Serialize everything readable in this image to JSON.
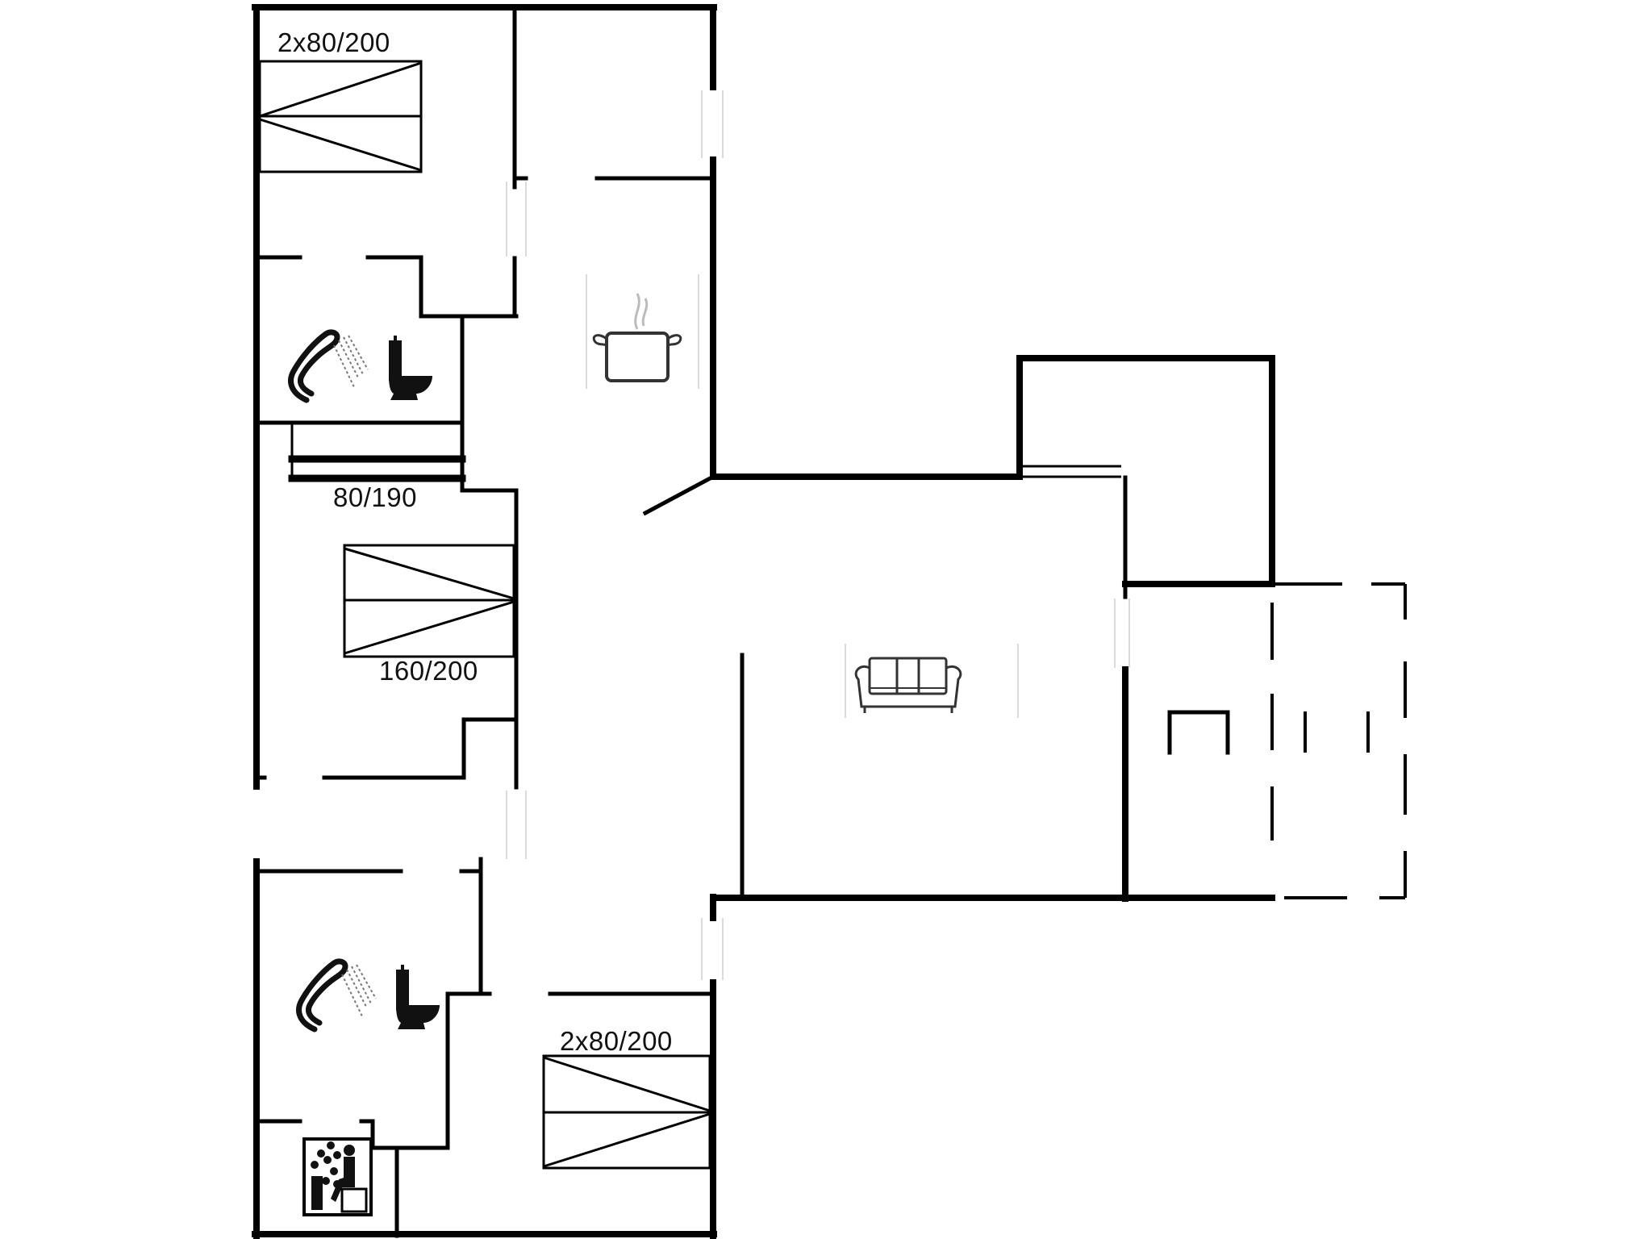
{
  "diagram": {
    "type": "floor-plan",
    "colors": {
      "walls": "#000000",
      "background": "#ffffff",
      "window_gap": "#cfcfcf"
    },
    "rooms": [
      {
        "id": "bedroom-1",
        "label": "2x80/200",
        "icon": "twin-bed-icon"
      },
      {
        "id": "bathroom-1",
        "icons": [
          "shower-icon",
          "toilet-icon"
        ]
      },
      {
        "id": "bunk-area",
        "label": "80/190",
        "icon": "bunk-bed-icon"
      },
      {
        "id": "bedroom-2",
        "label": "160/200",
        "icon": "double-bed-icon"
      },
      {
        "id": "kitchen",
        "icon": "cooking-pot-icon"
      },
      {
        "id": "living-room",
        "icon": "sofa-icon"
      },
      {
        "id": "bathroom-2",
        "icons": [
          "shower-icon",
          "toilet-icon"
        ]
      },
      {
        "id": "sauna",
        "icon": "sauna-icon"
      },
      {
        "id": "bedroom-3",
        "label": "2x80/200",
        "icon": "twin-bed-icon"
      },
      {
        "id": "annex"
      },
      {
        "id": "terrace"
      }
    ],
    "labels": {
      "bed_top_left": "2x80/200",
      "bunk": "80/190",
      "bed_double": "160/200",
      "bed_bottom_right": "2x80/200"
    }
  }
}
